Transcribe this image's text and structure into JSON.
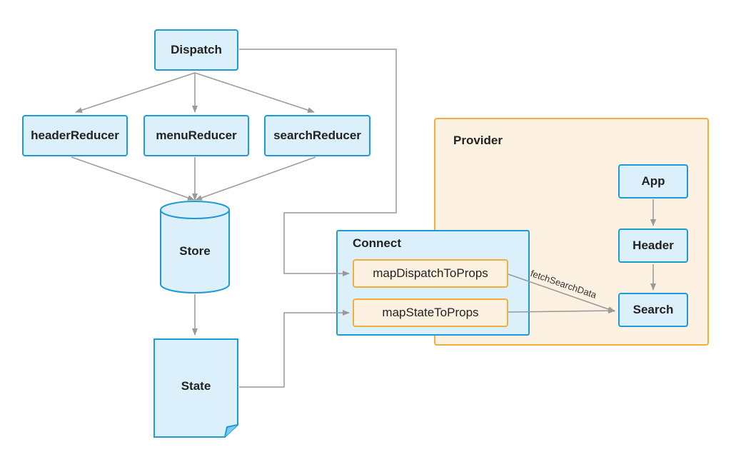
{
  "nodes": {
    "dispatch": "Dispatch",
    "header_reducer": "headerReducer",
    "menu_reducer": "menuReducer",
    "search_reducer": "searchReducer",
    "store": "Store",
    "state": "State",
    "connect": "Connect",
    "map_dispatch": "mapDispatchToProps",
    "map_state": "mapStateToProps",
    "provider": "Provider",
    "app": "App",
    "header": "Header",
    "search": "Search"
  },
  "edge_labels": {
    "fetch": "fetchSearchData"
  },
  "colors": {
    "node_fill": "#dcf0fb",
    "node_stroke": "#1e9ad6",
    "func_fill": "#fdf2e1",
    "func_stroke": "#f2ae3c",
    "provider_fill": "#fdf2e1",
    "provider_stroke": "#f2ae3c",
    "edge": "#999999"
  }
}
